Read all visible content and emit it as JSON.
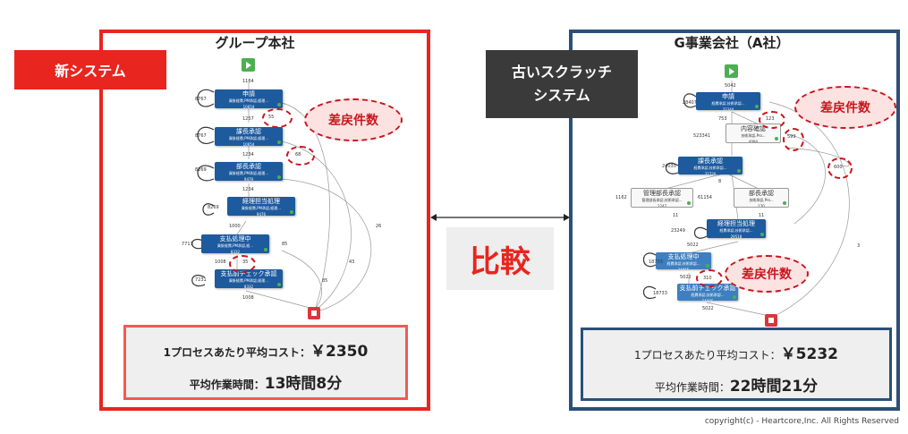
{
  "left": {
    "title": "グループ本社",
    "tag": "新システム",
    "callout": "差戻件数",
    "stats": {
      "cost_label": "1プロセスあたり平均コスト：",
      "cost_value": "￥2350",
      "time_label": "平均作業時間：",
      "time_value": "13時間8分"
    },
    "nodes": [
      {
        "title": "申請",
        "sub": "買掛経費,PM承認,経理...",
        "num": "10654"
      },
      {
        "title": "課長承認",
        "sub": "買掛経費,PM承認,経理...",
        "num": "10654"
      },
      {
        "title": "部長承認",
        "sub": "買掛経費,PM承認,経理...",
        "num": "9479"
      },
      {
        "title": "経理担当処理",
        "sub": "買掛経費,PM承認,経理...",
        "num": "9476"
      },
      {
        "title": "支払処理中",
        "sub": "買掛経費,PM承認,経...",
        "num": "8332"
      },
      {
        "title": "支払前チェック承認",
        "sub": "買掛経費,PM承認,経理...",
        "num": "8332"
      }
    ],
    "counts": [
      "1164",
      "8767",
      "1257",
      "55",
      "8767",
      "1234",
      "68",
      "8269",
      "1234",
      "8269",
      "1000",
      "7711",
      "85",
      "1008",
      "35",
      "43",
      "7231",
      "85",
      "1008",
      "26"
    ]
  },
  "right": {
    "title": "G事業会社（A社）",
    "tag_line1": "古いスクラッチ",
    "tag_line2": "システム",
    "callout_top": "差戻件数",
    "callout_bottom": "差戻件数",
    "stats": {
      "cost_label": "1プロセスあたり平均コスト：",
      "cost_value": "￥5232",
      "time_label": "平均作業時間：",
      "time_value": "22時間21分"
    },
    "nodes": [
      {
        "title": "申請",
        "sub": "経費承認,技術承認...",
        "num": "33344"
      },
      {
        "title": "内容確認",
        "sub": "技術承認,Pro...",
        "num": "4094"
      },
      {
        "title": "課長承認",
        "sub": "経費承認,技術承認...",
        "num": "32720"
      },
      {
        "title": "管理部長承認",
        "sub": "管理部長承認,技術承認...",
        "num": "1247"
      },
      {
        "title": "部長承認",
        "sub": "技術承認,Pro...",
        "num": "170"
      },
      {
        "title": "経理担当処理",
        "sub": "経費承認,技術承認...",
        "num": "29518"
      },
      {
        "title": "支払処理中",
        "sub": "経費承認,技術承認...",
        "num": "24065"
      },
      {
        "title": "支払前チェック承認",
        "sub": "経費承認,技術承認...",
        "num": "24086"
      }
    ],
    "counts": [
      "5042",
      "28407",
      "753",
      "123",
      "523341",
      "599",
      "600",
      "24035",
      "8",
      "1162",
      "61154",
      "11",
      "11",
      "23249",
      "5022",
      "3",
      "18733",
      "5022",
      "310",
      "18733",
      "5022"
    ]
  },
  "center": {
    "compare": "比較"
  },
  "copyright": "copyright(c)  - Heartcore,Inc. All Rights Reserved"
}
